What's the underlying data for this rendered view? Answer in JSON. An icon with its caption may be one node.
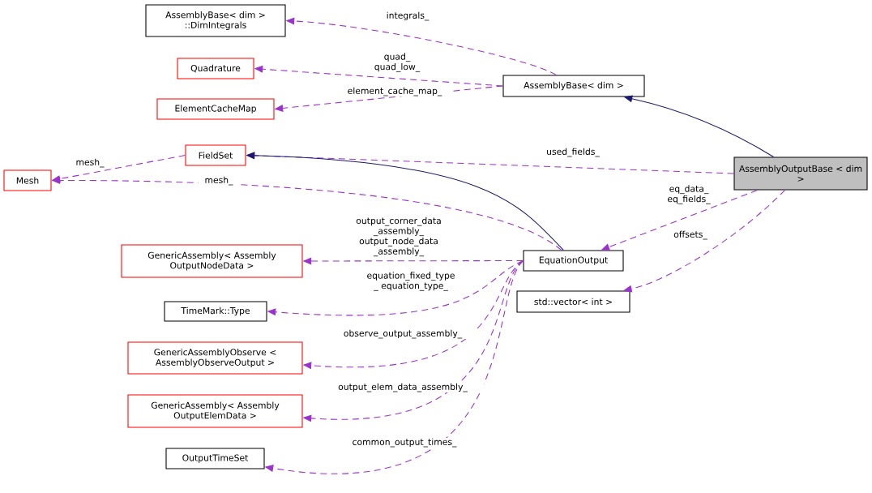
{
  "diagram": {
    "nodes": [
      {
        "text": [
          "AssemblyBase< dim > ::DimIntegrals"
        ]
      },
      {
        "text": [
          "Quadrature"
        ]
      },
      {
        "text": [
          "ElementCacheMap"
        ]
      },
      {
        "text": [
          "AssemblyBase< dim >"
        ]
      },
      {
        "text": [
          "FieldSet"
        ]
      },
      {
        "text": [
          "Mesh"
        ]
      },
      {
        "text": [
          "AssemblyOutputBase < dim >"
        ]
      },
      {
        "text": [
          "GenericAssembly< Assembly OutputNodeData >"
        ]
      },
      {
        "text": [
          "EquationOutput"
        ]
      },
      {
        "text": [
          "std::vector< int >"
        ]
      },
      {
        "text": [
          "TimeMark::Type"
        ]
      },
      {
        "text": [
          "GenericAssemblyObserve < AssemblyObserveOutput >"
        ]
      },
      {
        "text": [
          "GenericAssembly< Assembly OutputElemData >"
        ]
      },
      {
        "text": [
          "OutputTimeSet"
        ]
      }
    ],
    "edges": [
      {
        "from": 3,
        "to": 0,
        "arrow": "to",
        "label": "integrals_",
        "style": "dashed"
      },
      {
        "from": 3,
        "to": 1,
        "arrow": "to",
        "label": "quad_ quad_low_",
        "style": "dashed"
      },
      {
        "from": 3,
        "to": 2,
        "arrow": "to",
        "label": "element_cache_map_",
        "style": "dashed"
      },
      {
        "from": 6,
        "to": 3,
        "arrow": "to",
        "color": "#191970"
      },
      {
        "from": 6,
        "to": 4,
        "arrow": "to",
        "label": "used_fields_",
        "style": "dashed"
      },
      {
        "from": 4,
        "to": 5,
        "arrow": "to",
        "label": "mesh_",
        "style": "dashed"
      },
      {
        "from": 8,
        "to": 5,
        "arrow": "to",
        "label": "mesh_",
        "style": "dashed"
      },
      {
        "from": 8,
        "to": 4,
        "arrow": "to",
        "color": "#191970"
      },
      {
        "from": 6,
        "to": 8,
        "arrow": "to",
        "label": "eq_data_ eq_fields_",
        "style": "dashed"
      },
      {
        "from": 6,
        "to": 9,
        "arrow": "to",
        "label": "offsets_",
        "style": "dashed"
      },
      {
        "from": 8,
        "to": 7,
        "arrow": "to",
        "label": "output_corner_data _assembly_ output_node_data _assembly_",
        "style": "dashed"
      },
      {
        "from": 8,
        "to": 10,
        "arrow": "to",
        "label": "equation_fixed_type _ equation_type_",
        "style": "dashed"
      },
      {
        "from": 8,
        "to": 11,
        "arrow": "to",
        "label": "observe_output_assembly_",
        "style": "dashed"
      },
      {
        "from": 8,
        "to": 12,
        "arrow": "to",
        "label": "output_elem_data_assembly_",
        "style": "dashed"
      },
      {
        "from": 8,
        "to": 13,
        "arrow": "to",
        "label": "common_output_times_",
        "style": "dashed"
      }
    ]
  }
}
